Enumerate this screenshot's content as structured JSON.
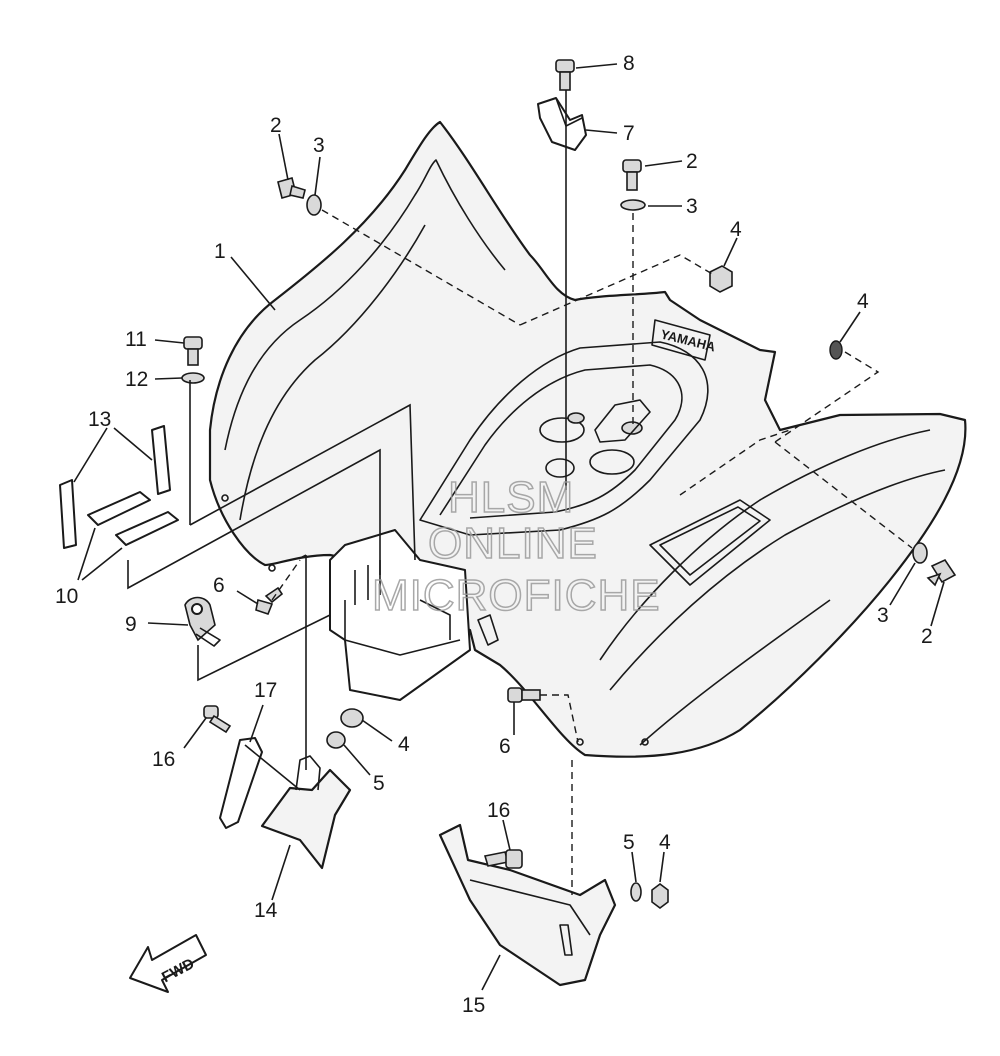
{
  "callouts": {
    "c1": "1",
    "c2a": "2",
    "c3a": "3",
    "c8": "8",
    "c7": "7",
    "c2b": "2",
    "c3b": "3",
    "c4a": "4",
    "c4b": "4",
    "c11": "11",
    "c12": "12",
    "c13": "13",
    "c10": "10",
    "c6a": "6",
    "c9": "9",
    "c3c": "3",
    "c2c": "2",
    "c17": "17",
    "c16a": "16",
    "c4c": "4",
    "c5a": "5",
    "c6b": "6",
    "c14": "14",
    "c16b": "16",
    "c5b": "5",
    "c4d": "4",
    "c15": "15"
  },
  "watermark": {
    "line1": "HLSM",
    "line2": "ONLINE",
    "line3": "MICROFICHE"
  },
  "fwd_label": "FWD",
  "fender_emblem": "YAMAHA"
}
